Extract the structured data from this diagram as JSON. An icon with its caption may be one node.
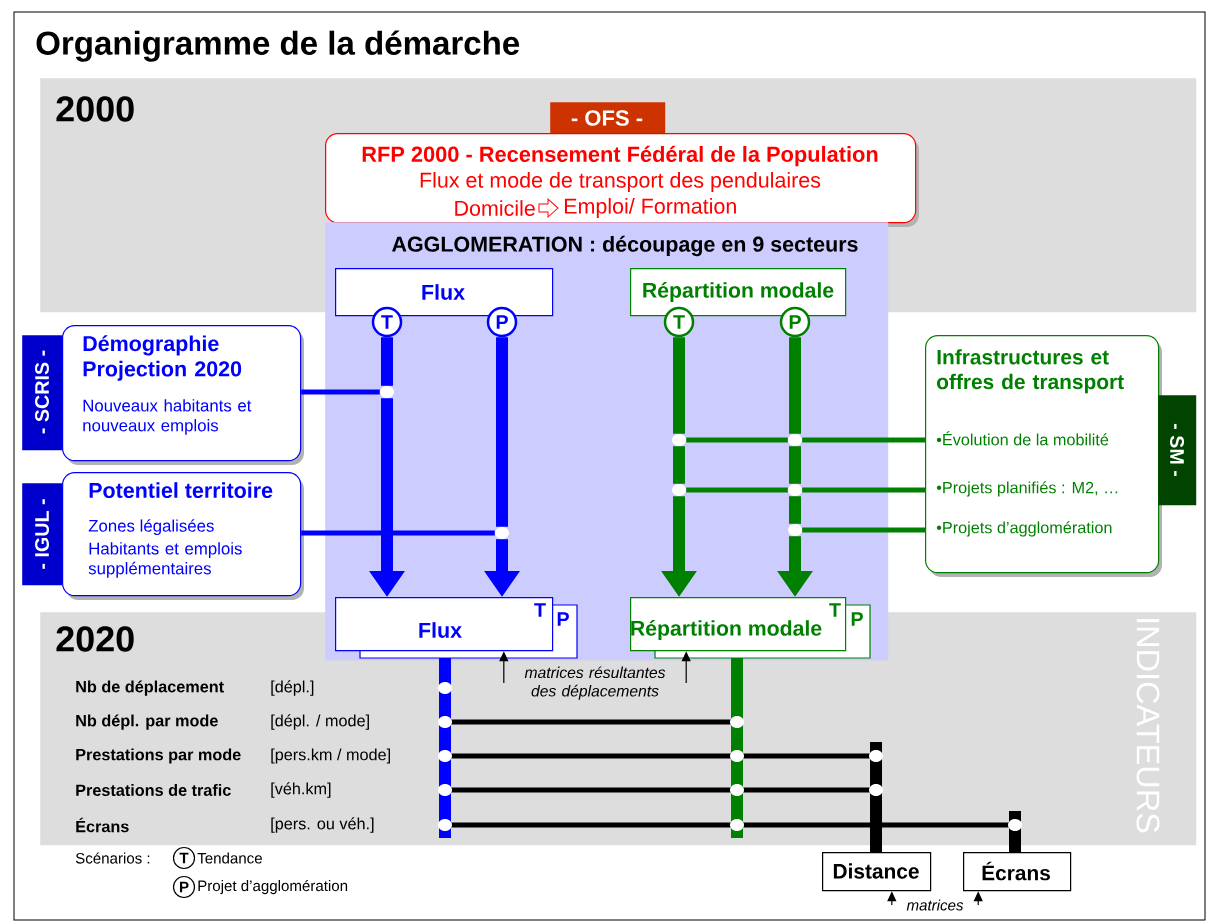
{
  "diagram": {
    "title": "Organigramme de la démarche",
    "nodes": [
      {
        "text": [
          "2000"
        ]
      },
      {
        "text": [
          "2020",
          "INDICATEURS"
        ]
      },
      {
        "text": [
          "- OFS -"
        ],
        "in": 0
      },
      {
        "text": [
          "RFP 2000 - Recensement Fédéral de la Population",
          "Flux et mode de transport des pendulaires",
          "Domicile",
          "Emploi/ Formation"
        ],
        "in": 0
      },
      {
        "text": [
          "AGGLOMERATION : découpage en 9 secteurs"
        ]
      },
      {
        "text": [
          "Flux"
        ]
      },
      {
        "text": [
          "Répartition modale"
        ]
      },
      {
        "text": [
          "T"
        ],
        "in": 4
      },
      {
        "text": [
          "P"
        ],
        "in": 4
      },
      {
        "text": [
          "T"
        ],
        "in": 4
      },
      {
        "text": [
          "P"
        ],
        "in": 4
      },
      {
        "text": [
          "Flux",
          "T",
          "P"
        ],
        "in": 4
      },
      {
        "text": [
          "Répartition modale",
          "T",
          "P"
        ],
        "in": 4
      },
      {
        "text": [
          "- SCRIS -"
        ]
      },
      {
        "text": [
          "Démographie Projection 2020",
          "Nouveaux habitants et nouveaux emplois"
        ]
      },
      {
        "text": [
          "- IGUL -"
        ]
      },
      {
        "text": [
          "Potentiel territoire",
          "Zones légalisées",
          "Habitants et emplois supplémentaires"
        ]
      },
      {
        "text": [
          "Infrastructures et offres de transport",
          "•Évolution de la mobilité",
          "•Projets planifiés : M2, …",
          "•Projets d’agglomération"
        ]
      },
      {
        "text": [
          "- SM -"
        ]
      },
      {
        "text": [
          "Distance"
        ]
      },
      {
        "text": [
          "Écrans"
        ]
      },
      {
        "text": [
          "matrices résultantes des déplacements"
        ],
        "in": 1
      },
      {
        "text": [
          "matrices"
        ]
      },
      {
        "text": [],
        "shape": "circle",
        "in": 4
      },
      {
        "text": [],
        "shape": "circle",
        "in": 4
      },
      {
        "text": [],
        "shape": "circle",
        "in": 4
      },
      {
        "text": [],
        "shape": "circle",
        "in": 4
      },
      {
        "text": [],
        "shape": "circle",
        "in": 4
      },
      {
        "text": [],
        "shape": "circle",
        "in": 4
      },
      {
        "text": [],
        "shape": "circle",
        "in": 4
      }
    ],
    "edges": [
      {
        "from": 7,
        "to": 23,
        "arrow": "none",
        "style": "thick",
        "color": "#0000ff"
      },
      {
        "from": 23,
        "to": 11,
        "arrow": "to",
        "style": "thick",
        "color": "#0000ff"
      },
      {
        "from": 8,
        "to": 24,
        "arrow": "none",
        "style": "thick",
        "color": "#0000ff"
      },
      {
        "from": 24,
        "to": 11,
        "arrow": "to",
        "style": "thick",
        "color": "#0000ff"
      },
      {
        "from": 9,
        "to": 25,
        "arrow": "none",
        "style": "thick",
        "color": "#008000"
      },
      {
        "from": 25,
        "to": 26,
        "arrow": "none",
        "style": "thick",
        "color": "#008000"
      },
      {
        "from": 26,
        "to": 12,
        "arrow": "to",
        "style": "thick",
        "color": "#008000"
      },
      {
        "from": 10,
        "to": 27,
        "arrow": "none",
        "style": "thick",
        "color": "#008000"
      },
      {
        "from": 27,
        "to": 28,
        "arrow": "none",
        "style": "thick",
        "color": "#008000"
      },
      {
        "from": 28,
        "to": 29,
        "arrow": "none",
        "style": "thick",
        "color": "#008000"
      },
      {
        "from": 29,
        "to": 12,
        "arrow": "to",
        "style": "thick",
        "color": "#008000"
      },
      {
        "from": 14,
        "to": 23,
        "arrow": "none",
        "color": "#0000ff"
      },
      {
        "from": 16,
        "to": 24,
        "arrow": "none",
        "color": "#0000ff"
      },
      {
        "from": 17,
        "to": 27,
        "arrow": "none",
        "color": "#008000"
      },
      {
        "from": 27,
        "to": 25,
        "arrow": "none",
        "color": "#008000"
      },
      {
        "from": 17,
        "to": 28,
        "arrow": "none",
        "color": "#008000"
      },
      {
        "from": 28,
        "to": 26,
        "arrow": "none",
        "color": "#008000"
      },
      {
        "from": 17,
        "to": 29,
        "arrow": "none",
        "color": "#008000"
      },
      {
        "from": 21,
        "to": 11,
        "arrow": "to",
        "color": "#000000"
      },
      {
        "from": 21,
        "to": 12,
        "arrow": "to",
        "color": "#000000"
      },
      {
        "from": 22,
        "to": 19,
        "arrow": "to",
        "color": "#000000"
      },
      {
        "from": 22,
        "to": 20,
        "arrow": "to",
        "color": "#000000"
      }
    ],
    "labels": [
      "Nb de déplacement",
      "[dépl.]",
      "Nb dépl. par mode",
      "[dépl. / mode]",
      "Prestations par mode",
      "[pers.km / mode]",
      "Prestations de trafic",
      "[véh.km]",
      "Écrans",
      "[pers. ou véh.]",
      "Scénarios :",
      "T",
      "Tendance",
      "P",
      "Projet d’agglomération"
    ]
  }
}
